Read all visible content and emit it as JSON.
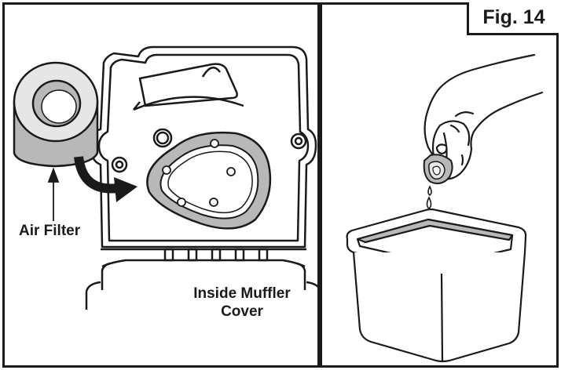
{
  "figure": {
    "fig_label": "Fig. 14"
  },
  "left_panel": {
    "air_filter_label": "Air Filter",
    "muffler_label_line1": "Inside Muffler",
    "muffler_label_line2": "Cover"
  },
  "colors": {
    "line": "#1a1a1a",
    "filter_gray": "#b8b8b8",
    "filter_light": "#e6e6e6",
    "background": "#ffffff"
  }
}
